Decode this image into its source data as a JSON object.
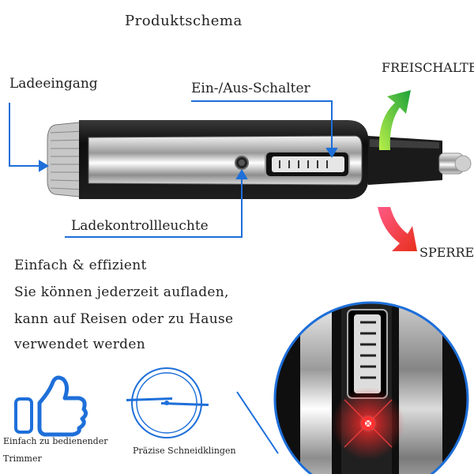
{
  "title": "Produktschema",
  "labels": {
    "ladeeingang": "Ladeeingang",
    "schalter": "Ein-/Aus-Schalter",
    "kontrollleuchte": "Ladekontrollleuchte",
    "freischalten": "FREISCHALTEN",
    "sperren": "SPERREN"
  },
  "description": {
    "line1": "Einfach & effizient",
    "line2": "Sie können jederzeit aufladen,",
    "line3": "kann auf Reisen oder zu Hause",
    "line4": "verwendet werden"
  },
  "features": {
    "easy_line1": "Einfach zu bedienender",
    "easy_line2": "Trimmer",
    "blades": "Präzise Schneidklingen"
  },
  "icons": [
    "thumbs-up-icon",
    "blade-circle-icon",
    "arrow-up-icon",
    "arrow-down-icon",
    "led-light-icon"
  ],
  "colors": {
    "callout": "#1e6fd9",
    "unlock_arrow": "#3dbb3d",
    "lock_arrow": "#e0314b",
    "led": "#ff1a1a",
    "body_dark": "#1a1a1a"
  }
}
